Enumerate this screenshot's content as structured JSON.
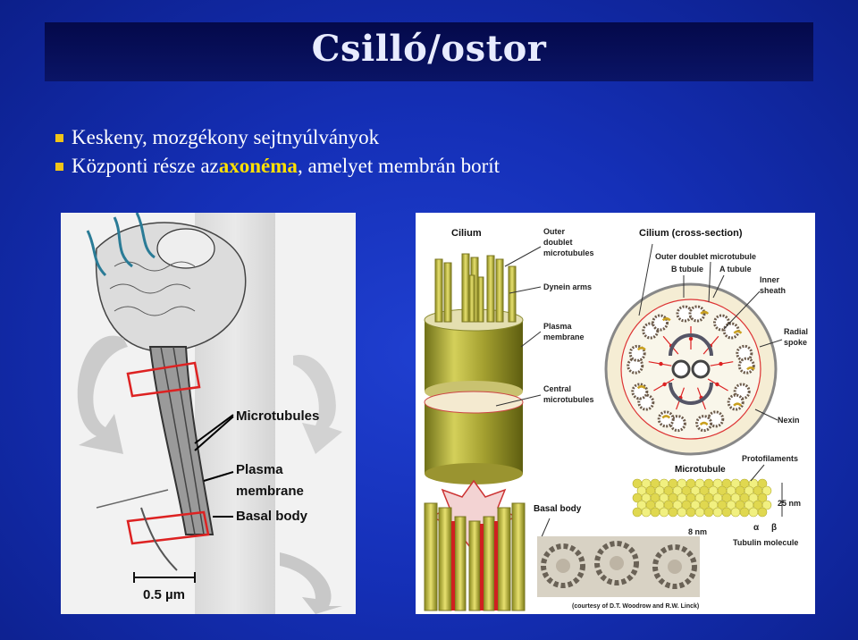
{
  "slide": {
    "title": "Csilló/ostor",
    "bullet1": "Keskeny, mozgékony sejtnyúlványok",
    "bullet2_pre": "Központi része az ",
    "bullet2_highlight": "axonéma",
    "bullet2_post": ", amelyet membrán borít"
  },
  "left_figure": {
    "microtubules": "Microtubules",
    "plasma": "Plasma",
    "membrane": "membrane",
    "basal_body": "Basal body",
    "scale": "0.5 µm"
  },
  "right_figure": {
    "cilium": "Cilium",
    "cross_section": "Cilium (cross-section)",
    "outer": "Outer",
    "doublet": "doublet",
    "microtubules_w": "microtubules",
    "dynein": "Dynein arms",
    "plasma": "Plasma",
    "membrane": "membrane",
    "central": "Central",
    "central_mt": "microtubules",
    "outer_doublet_mt": "Outer doublet microtubule",
    "b_tubule": "B tubule",
    "a_tubule": "A tubule",
    "inner": "Inner",
    "sheath": "sheath",
    "radial": "Radial",
    "spoke": "spoke",
    "nexin": "Nexin",
    "microtubule": "Microtubule",
    "protofilaments": "Protofilaments",
    "nm25": "25 nm",
    "nm8": "8 nm",
    "alpha": "α",
    "beta": "β",
    "tubulin": "Tubulin molecule",
    "basal_body": "Basal body",
    "credit": "(courtesy of D.T. Woodrow and R.W. Linck)"
  }
}
